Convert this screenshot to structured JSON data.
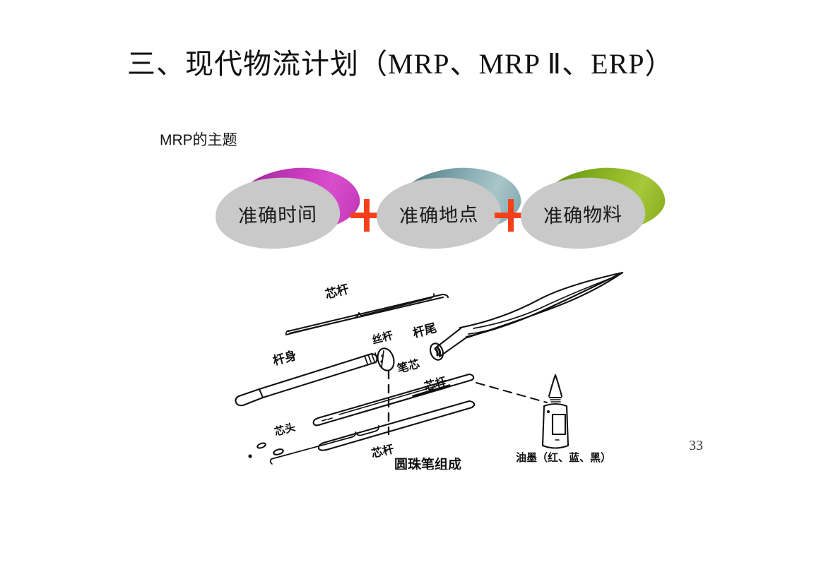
{
  "slide": {
    "title": "三、现代物流计划（MRP、MRP Ⅱ、ERP）",
    "sub_heading": "MRP的主题",
    "page_number": "33",
    "background_color": "#ffffff"
  },
  "theme": {
    "operator_label": "+",
    "operator_color": "#f4401a",
    "blob_gray_color": "#c9c9c9",
    "items": [
      {
        "label": "准确时间",
        "accent_color": "#cc3cc0",
        "accent_name": "magenta"
      },
      {
        "label": "准确地点",
        "accent_color": "#8db1b6",
        "accent_name": "teal"
      },
      {
        "label": "准确物料",
        "accent_color": "#92b927",
        "accent_name": "olive-green"
      }
    ]
  },
  "drawing": {
    "caption": "圆珠笔组成",
    "labels": {
      "core_rod_top": "芯杆",
      "barrel_tail": "杆尾",
      "washer": "丝杆",
      "barrel_body": "杆身",
      "refill": "笔芯",
      "core_rod": "芯杆",
      "core_tip": "芯头",
      "core_rod_bottom": "芯杆",
      "ink": "油墨（红、蓝、黑）"
    }
  }
}
